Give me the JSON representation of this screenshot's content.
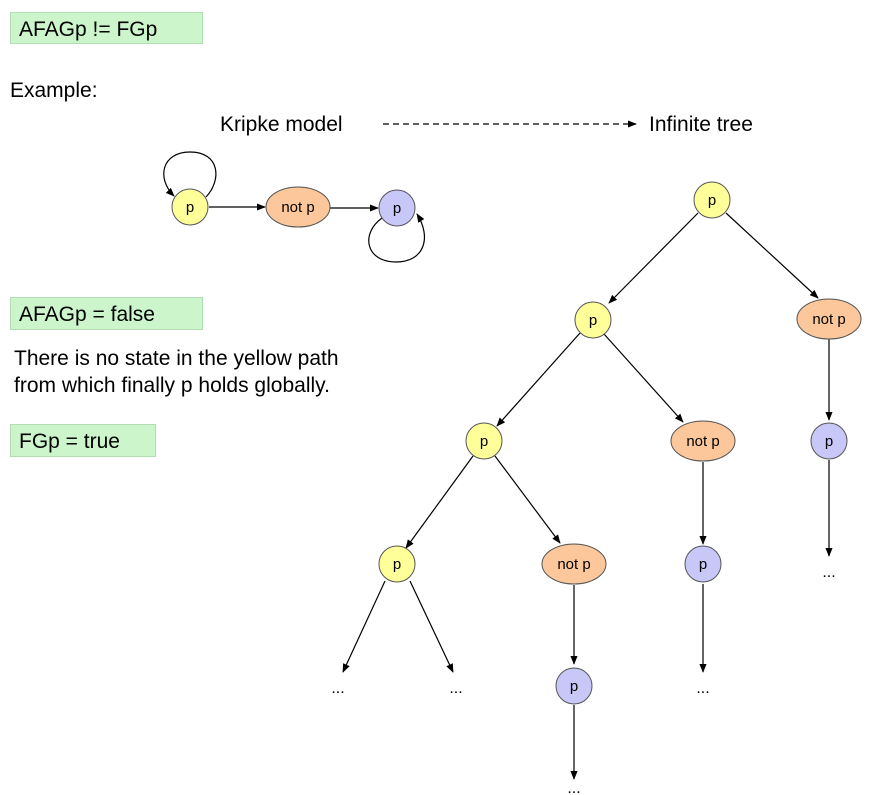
{
  "heading": "AFAGp != FGp",
  "example_label": "Example:",
  "kripke_label": "Kripke model",
  "tree_label": "Infinite tree",
  "result_afag": "AFAGp = false",
  "explanation_line1": "There is no state in the yellow path",
  "explanation_line2": "from which finally p holds globally.",
  "result_fg": "FGp = true",
  "node_labels": {
    "p": "p",
    "not_p": "not p",
    "more": "..."
  },
  "colors": {
    "yellow": "#ffff99",
    "orange": "#fbc79b",
    "purple": "#c8c8f8",
    "green_box": "#ccf5cc",
    "stroke": "#555555"
  }
}
